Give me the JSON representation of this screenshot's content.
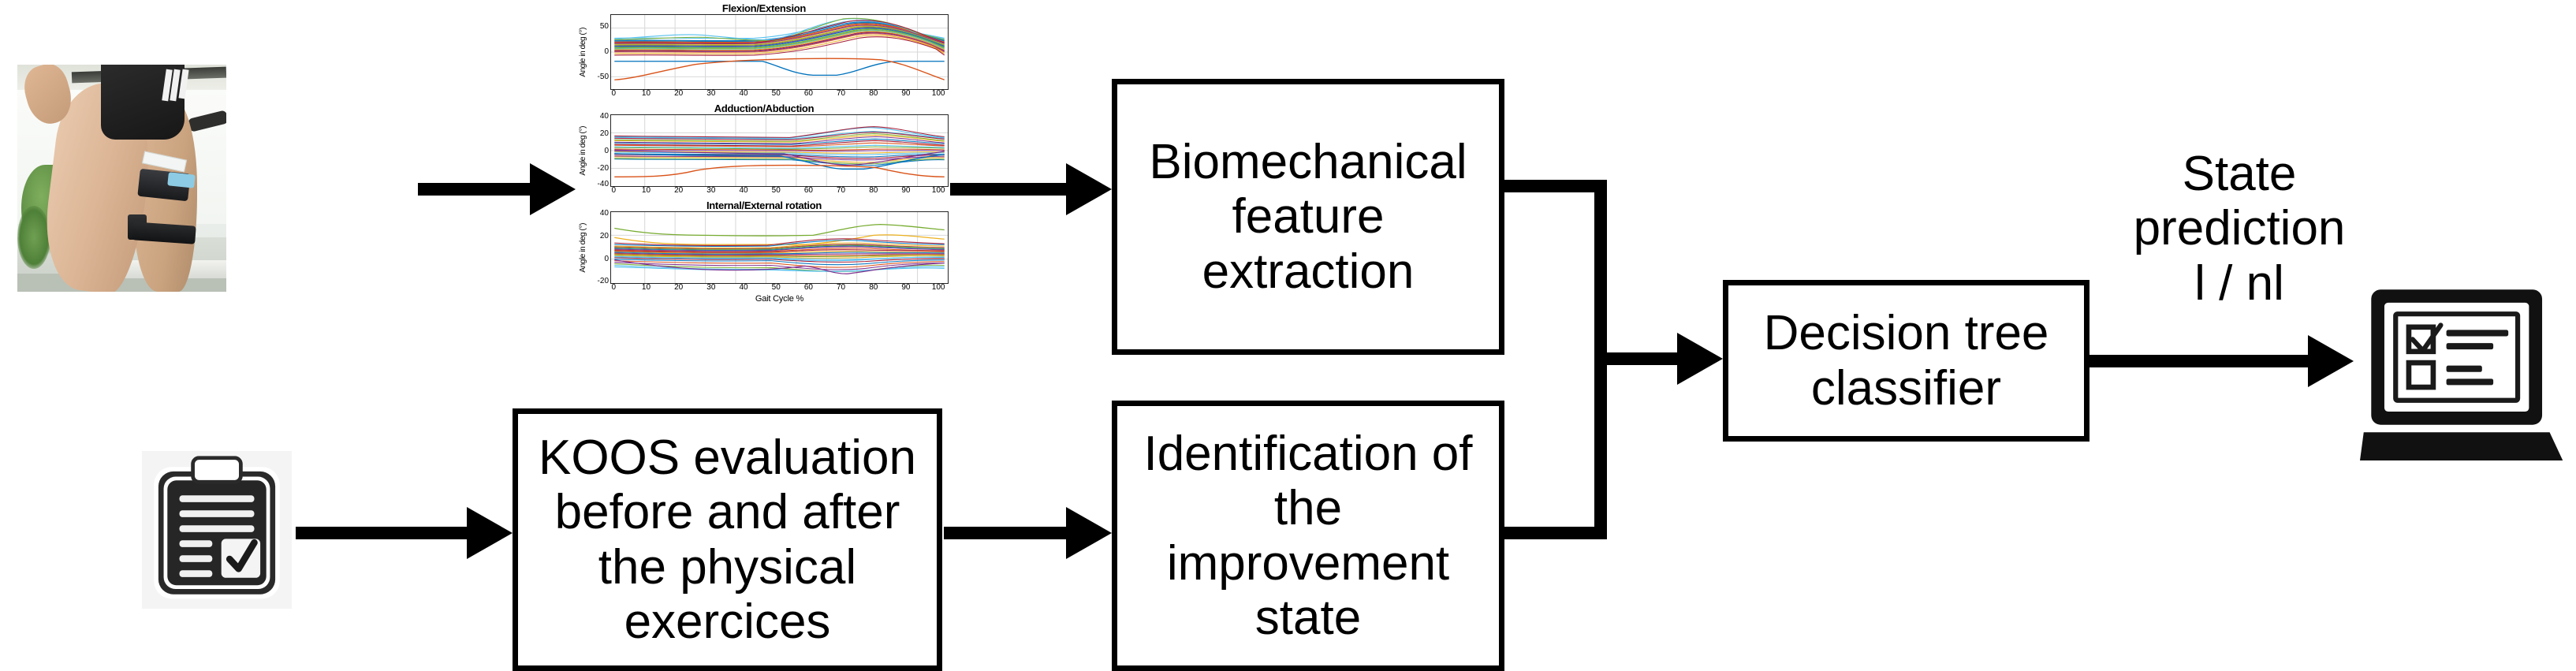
{
  "figure": {
    "type": "pipeline-diagram",
    "background": "#ffffff",
    "ink": "#000000"
  },
  "inputs": {
    "gait_photo": {
      "name": "treadmill-gait-capture-photo",
      "description": "Participant walking on a treadmill with a wearable knee sensor strapped to the leg"
    },
    "questionnaire_icon": {
      "name": "clipboard-checklist-icon",
      "description": "Clipboard with ruled lines and a checked checkbox"
    }
  },
  "boxes": {
    "biomechanical": "Biomechanical\nfeature\nextraction",
    "koos": "KOOS evaluation\nbefore and after\nthe physical\nexercices",
    "identification": "Identification of\nthe\nimprovement\nstate",
    "decision_tree": "Decision tree\nclassifier"
  },
  "output": {
    "state_prediction": "State\nprediction\nl / nl",
    "laptop_icon": {
      "name": "laptop-results-icon",
      "description": "Laptop displaying a checklist result screen with one checked and one unchecked item"
    }
  },
  "arrows": [
    {
      "name": "photo-to-charts",
      "from": "gait_photo",
      "to": "charts"
    },
    {
      "name": "charts-to-biomech",
      "from": "charts",
      "to": "biomechanical"
    },
    {
      "name": "clipboard-to-koos",
      "from": "questionnaire_icon",
      "to": "koos"
    },
    {
      "name": "koos-to-identif",
      "from": "koos",
      "to": "identification"
    },
    {
      "name": "merge-to-dtree",
      "from": "biomechanical+identification",
      "to": "decision_tree"
    },
    {
      "name": "dtree-to-laptop",
      "from": "decision_tree",
      "to": "laptop_icon"
    }
  ],
  "chart_data": [
    {
      "type": "line",
      "title": "Flexion/Extension",
      "xlabel": "",
      "ylabel": "Angle in deg (°)",
      "xlim": [
        0,
        100
      ],
      "ylim": [
        -65,
        80
      ],
      "xticks": [
        0,
        10,
        20,
        30,
        40,
        50,
        60,
        70,
        80,
        90,
        100
      ],
      "yticks": [
        -50,
        0,
        50
      ],
      "grid": true,
      "legend": "none",
      "series_count": "many (gait-cycle bundle)",
      "x": [
        0,
        10,
        20,
        30,
        40,
        50,
        60,
        70,
        80,
        90,
        100
      ],
      "series": [
        {
          "name": "bundle-upper",
          "values": [
            28,
            28,
            30,
            26,
            24,
            26,
            48,
            66,
            70,
            52,
            24
          ]
        },
        {
          "name": "bundle-mean",
          "values": [
            14,
            13,
            14,
            12,
            11,
            13,
            32,
            52,
            60,
            38,
            8
          ]
        },
        {
          "name": "bundle-lower",
          "values": [
            2,
            2,
            3,
            2,
            1,
            3,
            16,
            32,
            40,
            20,
            -2
          ]
        },
        {
          "name": "outlier-blue",
          "values": [
            -16,
            -16,
            -16,
            -16,
            -16,
            -16,
            -50,
            -46,
            -30,
            -16,
            -16
          ]
        },
        {
          "name": "outlier-red",
          "values": [
            -56,
            -44,
            -28,
            -18,
            -16,
            -12,
            -8,
            -8,
            -9,
            -12,
            -52
          ]
        }
      ]
    },
    {
      "type": "line",
      "title": "Adduction/Abduction",
      "xlabel": "",
      "ylabel": "Angle in deg (°)",
      "xlim": [
        0,
        100
      ],
      "ylim": [
        -40,
        40
      ],
      "xticks": [
        0,
        10,
        20,
        30,
        40,
        50,
        60,
        70,
        80,
        90,
        100
      ],
      "yticks": [
        -40,
        -20,
        0,
        20,
        40
      ],
      "grid": true,
      "legend": "none",
      "series_count": "many (gait-cycle bundle)",
      "x": [
        0,
        10,
        20,
        30,
        40,
        50,
        60,
        70,
        80,
        90,
        100
      ],
      "series": [
        {
          "name": "bundle-upper",
          "values": [
            15,
            14,
            13,
            13,
            12,
            12,
            16,
            24,
            26,
            16,
            14
          ]
        },
        {
          "name": "bundle-mean",
          "values": [
            4,
            4,
            4,
            4,
            3,
            3,
            4,
            4,
            3,
            3,
            3
          ]
        },
        {
          "name": "bundle-lower",
          "values": [
            -8,
            -8,
            -9,
            -9,
            -9,
            -9,
            -12,
            -20,
            -20,
            -10,
            -9
          ]
        },
        {
          "name": "outlier-blue",
          "values": [
            -7,
            -7,
            -8,
            -8,
            -8,
            -9,
            -26,
            -29,
            -26,
            -13,
            -8
          ]
        },
        {
          "name": "outlier-red",
          "values": [
            -30,
            -30,
            -26,
            -12,
            -11,
            -11,
            -11,
            -12,
            -15,
            -28,
            -30
          ]
        }
      ]
    },
    {
      "type": "line",
      "title": "Internal/External rotation",
      "xlabel": "Gait Cycle %",
      "ylabel": "Angle in deg (°)",
      "xlim": [
        0,
        100
      ],
      "ylim": [
        -20,
        40
      ],
      "xticks": [
        0,
        10,
        20,
        30,
        40,
        50,
        60,
        70,
        80,
        90,
        100
      ],
      "yticks": [
        -20,
        0,
        20,
        40
      ],
      "grid": true,
      "legend": "none",
      "series_count": "many (gait-cycle bundle)",
      "x": [
        0,
        10,
        20,
        30,
        40,
        50,
        60,
        70,
        80,
        90,
        100
      ],
      "series": [
        {
          "name": "outlier-green",
          "values": [
            26,
            21,
            20,
            20,
            20,
            19,
            19,
            24,
            31,
            30,
            27
          ]
        },
        {
          "name": "outlier-yellow",
          "values": [
            18,
            13,
            12,
            12,
            11,
            11,
            11,
            13,
            18,
            23,
            18
          ]
        },
        {
          "name": "bundle-upper",
          "values": [
            11,
            10,
            9,
            9,
            9,
            10,
            12,
            16,
            14,
            13,
            12
          ]
        },
        {
          "name": "bundle-mean",
          "values": [
            2,
            1,
            0,
            -1,
            -1,
            0,
            1,
            3,
            3,
            2,
            1
          ]
        },
        {
          "name": "bundle-lower",
          "values": [
            -9,
            -10,
            -12,
            -12,
            -11,
            -11,
            -12,
            -18,
            -13,
            -11,
            -9
          ]
        }
      ]
    }
  ]
}
